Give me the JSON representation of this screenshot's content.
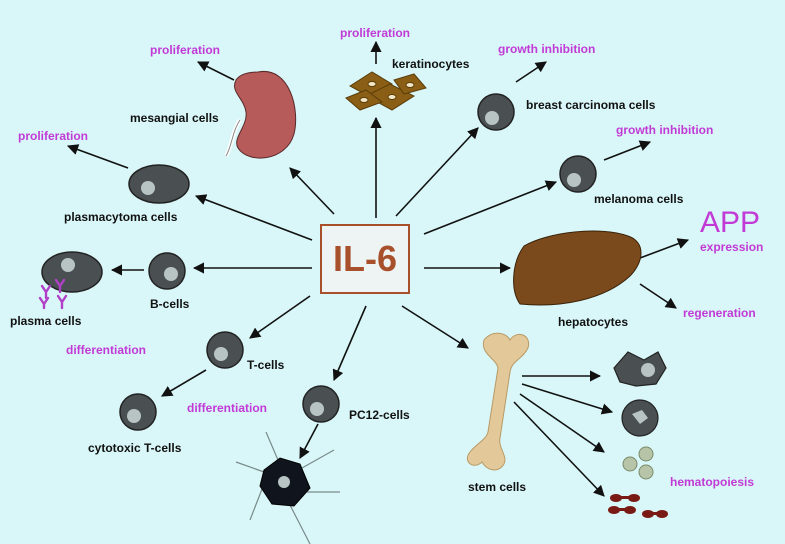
{
  "center_label": "IL-6",
  "cells": {
    "mesangial": "mesangial cells",
    "keratinocytes": "keratinocytes",
    "breast_carcinoma": "breast carcinoma cells",
    "melanoma": "melanoma cells",
    "plasmacytoma": "plasmacytoma cells",
    "b_cells": "B-cells",
    "plasma_cells": "plasma cells",
    "hepatocytes": "hepatocytes",
    "t_cells": "T-cells",
    "cytotoxic_t": "cytotoxic T-cells",
    "pc12": "PC12-cells",
    "stem_cells": "stem cells"
  },
  "effects": {
    "mesangial": "proliferation",
    "keratinocytes": "proliferation",
    "breast_carcinoma": "growth inhibition",
    "melanoma": "growth inhibition",
    "plasmacytoma": "proliferation",
    "app_big": "APP",
    "app_small": "expression",
    "regeneration": "regeneration",
    "b_diff": "differentiation",
    "t_diff": "differentiation",
    "hematopoiesis": "hematopoiesis"
  },
  "colors": {
    "background": "#d9f7f9",
    "effect_text": "#c23ad6",
    "center_border": "#a8502c",
    "cell_fill": "#4a4f52",
    "liver": "#7a4a1c",
    "kidney": "#b65a5a",
    "bone": "#e3c89a"
  }
}
